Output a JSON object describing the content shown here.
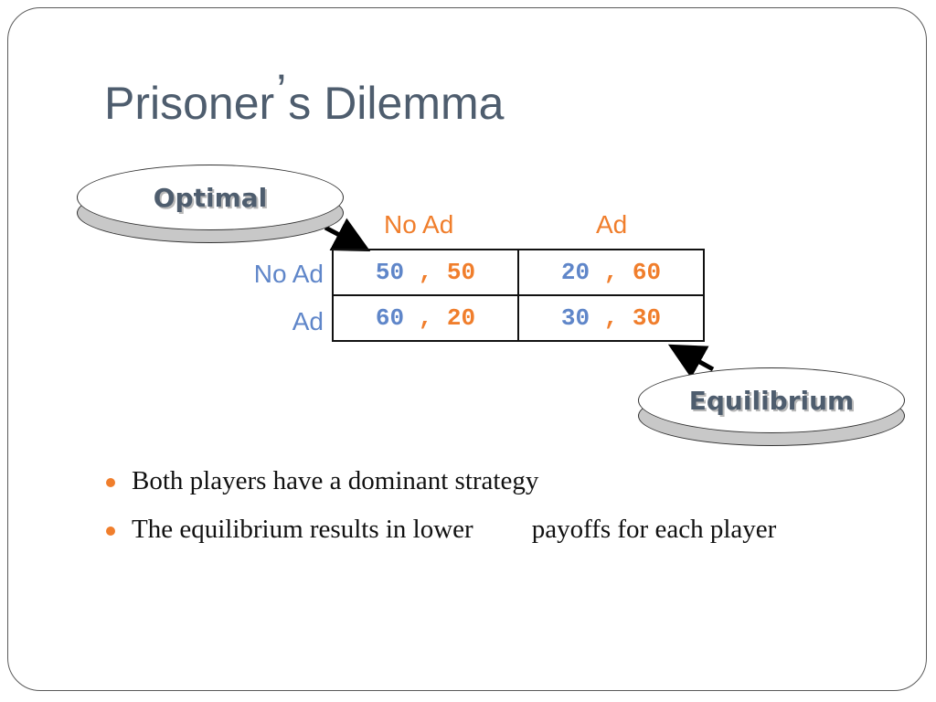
{
  "slide": {
    "title_part1": "Prisoner",
    "title_apostrophe": "’",
    "title_part2": "s Dilemma"
  },
  "matrix": {
    "col_headers": [
      "No Ad",
      "Ad"
    ],
    "row_headers": [
      "No Ad",
      "Ad"
    ],
    "cells": [
      [
        {
          "a": "50",
          "sep": ",",
          "b": "50"
        },
        {
          "a": "20",
          "sep": ",",
          "b": "60"
        }
      ],
      [
        {
          "a": "60",
          "sep": ",",
          "b": "20"
        },
        {
          "a": "30",
          "sep": ",",
          "b": "30"
        }
      ]
    ]
  },
  "labels": {
    "optimal": "Optimal",
    "equilibrium": "Equilibrium"
  },
  "bullets": [
    {
      "text": "Both players have a dominant strategy"
    },
    {
      "text_a": "The equilibrium results in lower",
      "text_b": "payoffs for each player"
    }
  ],
  "colors": {
    "title": "#4e5d6e",
    "player1": "#5f86c9",
    "player2": "#f07e2c",
    "bullet": "#f07e2c"
  }
}
